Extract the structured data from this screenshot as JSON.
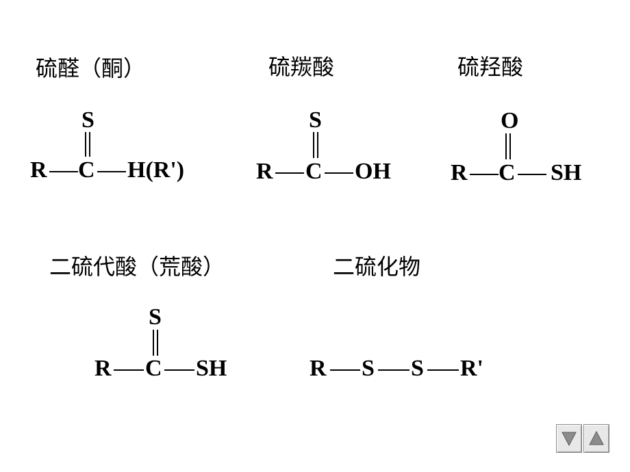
{
  "titles": {
    "thioaldehyde": "硫醛（酮）",
    "thiocarboxylic": "硫羰酸",
    "thiohydroxy": "硫羟酸",
    "dithio": "二硫代酸（荒酸）",
    "disulfide": "二硫化物"
  },
  "structures": {
    "thioaldehyde": {
      "top": "S",
      "left": "R",
      "center": "C",
      "right": "H(R')"
    },
    "thiocarboxylic": {
      "top": "S",
      "left": "R",
      "center": "C",
      "right": "OH"
    },
    "thiohydroxy": {
      "top": "O",
      "left": "R",
      "center": "C",
      "right": "SH"
    },
    "dithio": {
      "top": "S",
      "left": "R",
      "center": "C",
      "right": "SH"
    },
    "disulfide": {
      "a1": "R",
      "a2": "S",
      "a3": "S",
      "a4": "R'"
    }
  },
  "nav": {
    "prev_icon": "triangle-down-icon",
    "next_icon": "triangle-up-icon",
    "icon_color": "#8c8c8c"
  }
}
